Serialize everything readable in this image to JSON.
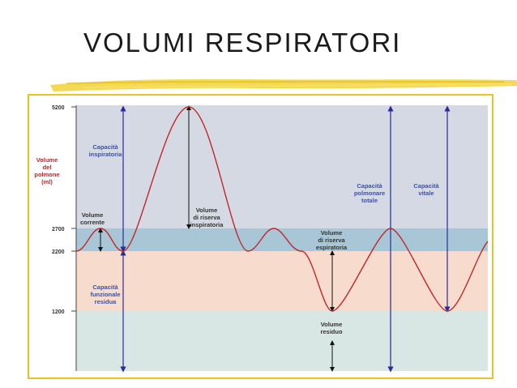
{
  "title": "VOLUMI RESPIRATORI",
  "colors": {
    "accent_brush": "#f2d23a",
    "frame": "#e8c42a",
    "band_inspiratory": "#d5d9e3",
    "band_tidal": "#a9c6d6",
    "band_expiratory": "#f7dccd",
    "band_residual": "#d8e7e4",
    "curve": "#c0282a",
    "arrow_blue": "#2a2a9c",
    "arrow_black": "#111111"
  },
  "y_axis": {
    "title_lines": [
      "Volume",
      "del",
      "polmone",
      "(ml)"
    ],
    "ticks": [
      {
        "label": "5200",
        "value": 5200
      },
      {
        "label": "2700",
        "value": 2700
      },
      {
        "label": "2200",
        "value": 2200
      },
      {
        "label": "1200",
        "value": 1200
      }
    ]
  },
  "labels": {
    "inspiratory_capacity": [
      "Capacità",
      "inspiratoria"
    ],
    "tidal_volume": [
      "Volume",
      "corrente"
    ],
    "inspiratory_reserve": [
      "Volume",
      "di riserva",
      "inspiratoria"
    ],
    "expiratory_reserve": [
      "Volume",
      "di riserva",
      "espiratoria"
    ],
    "residual_volume": [
      "Volume",
      "residuo"
    ],
    "functional_residual_capacity": [
      "Capacità",
      "funzionale",
      "residua"
    ],
    "total_lung_capacity": [
      "Capacità",
      "polmonare",
      "totale"
    ],
    "vital_capacity": [
      "Capacità",
      "vitale"
    ]
  }
}
